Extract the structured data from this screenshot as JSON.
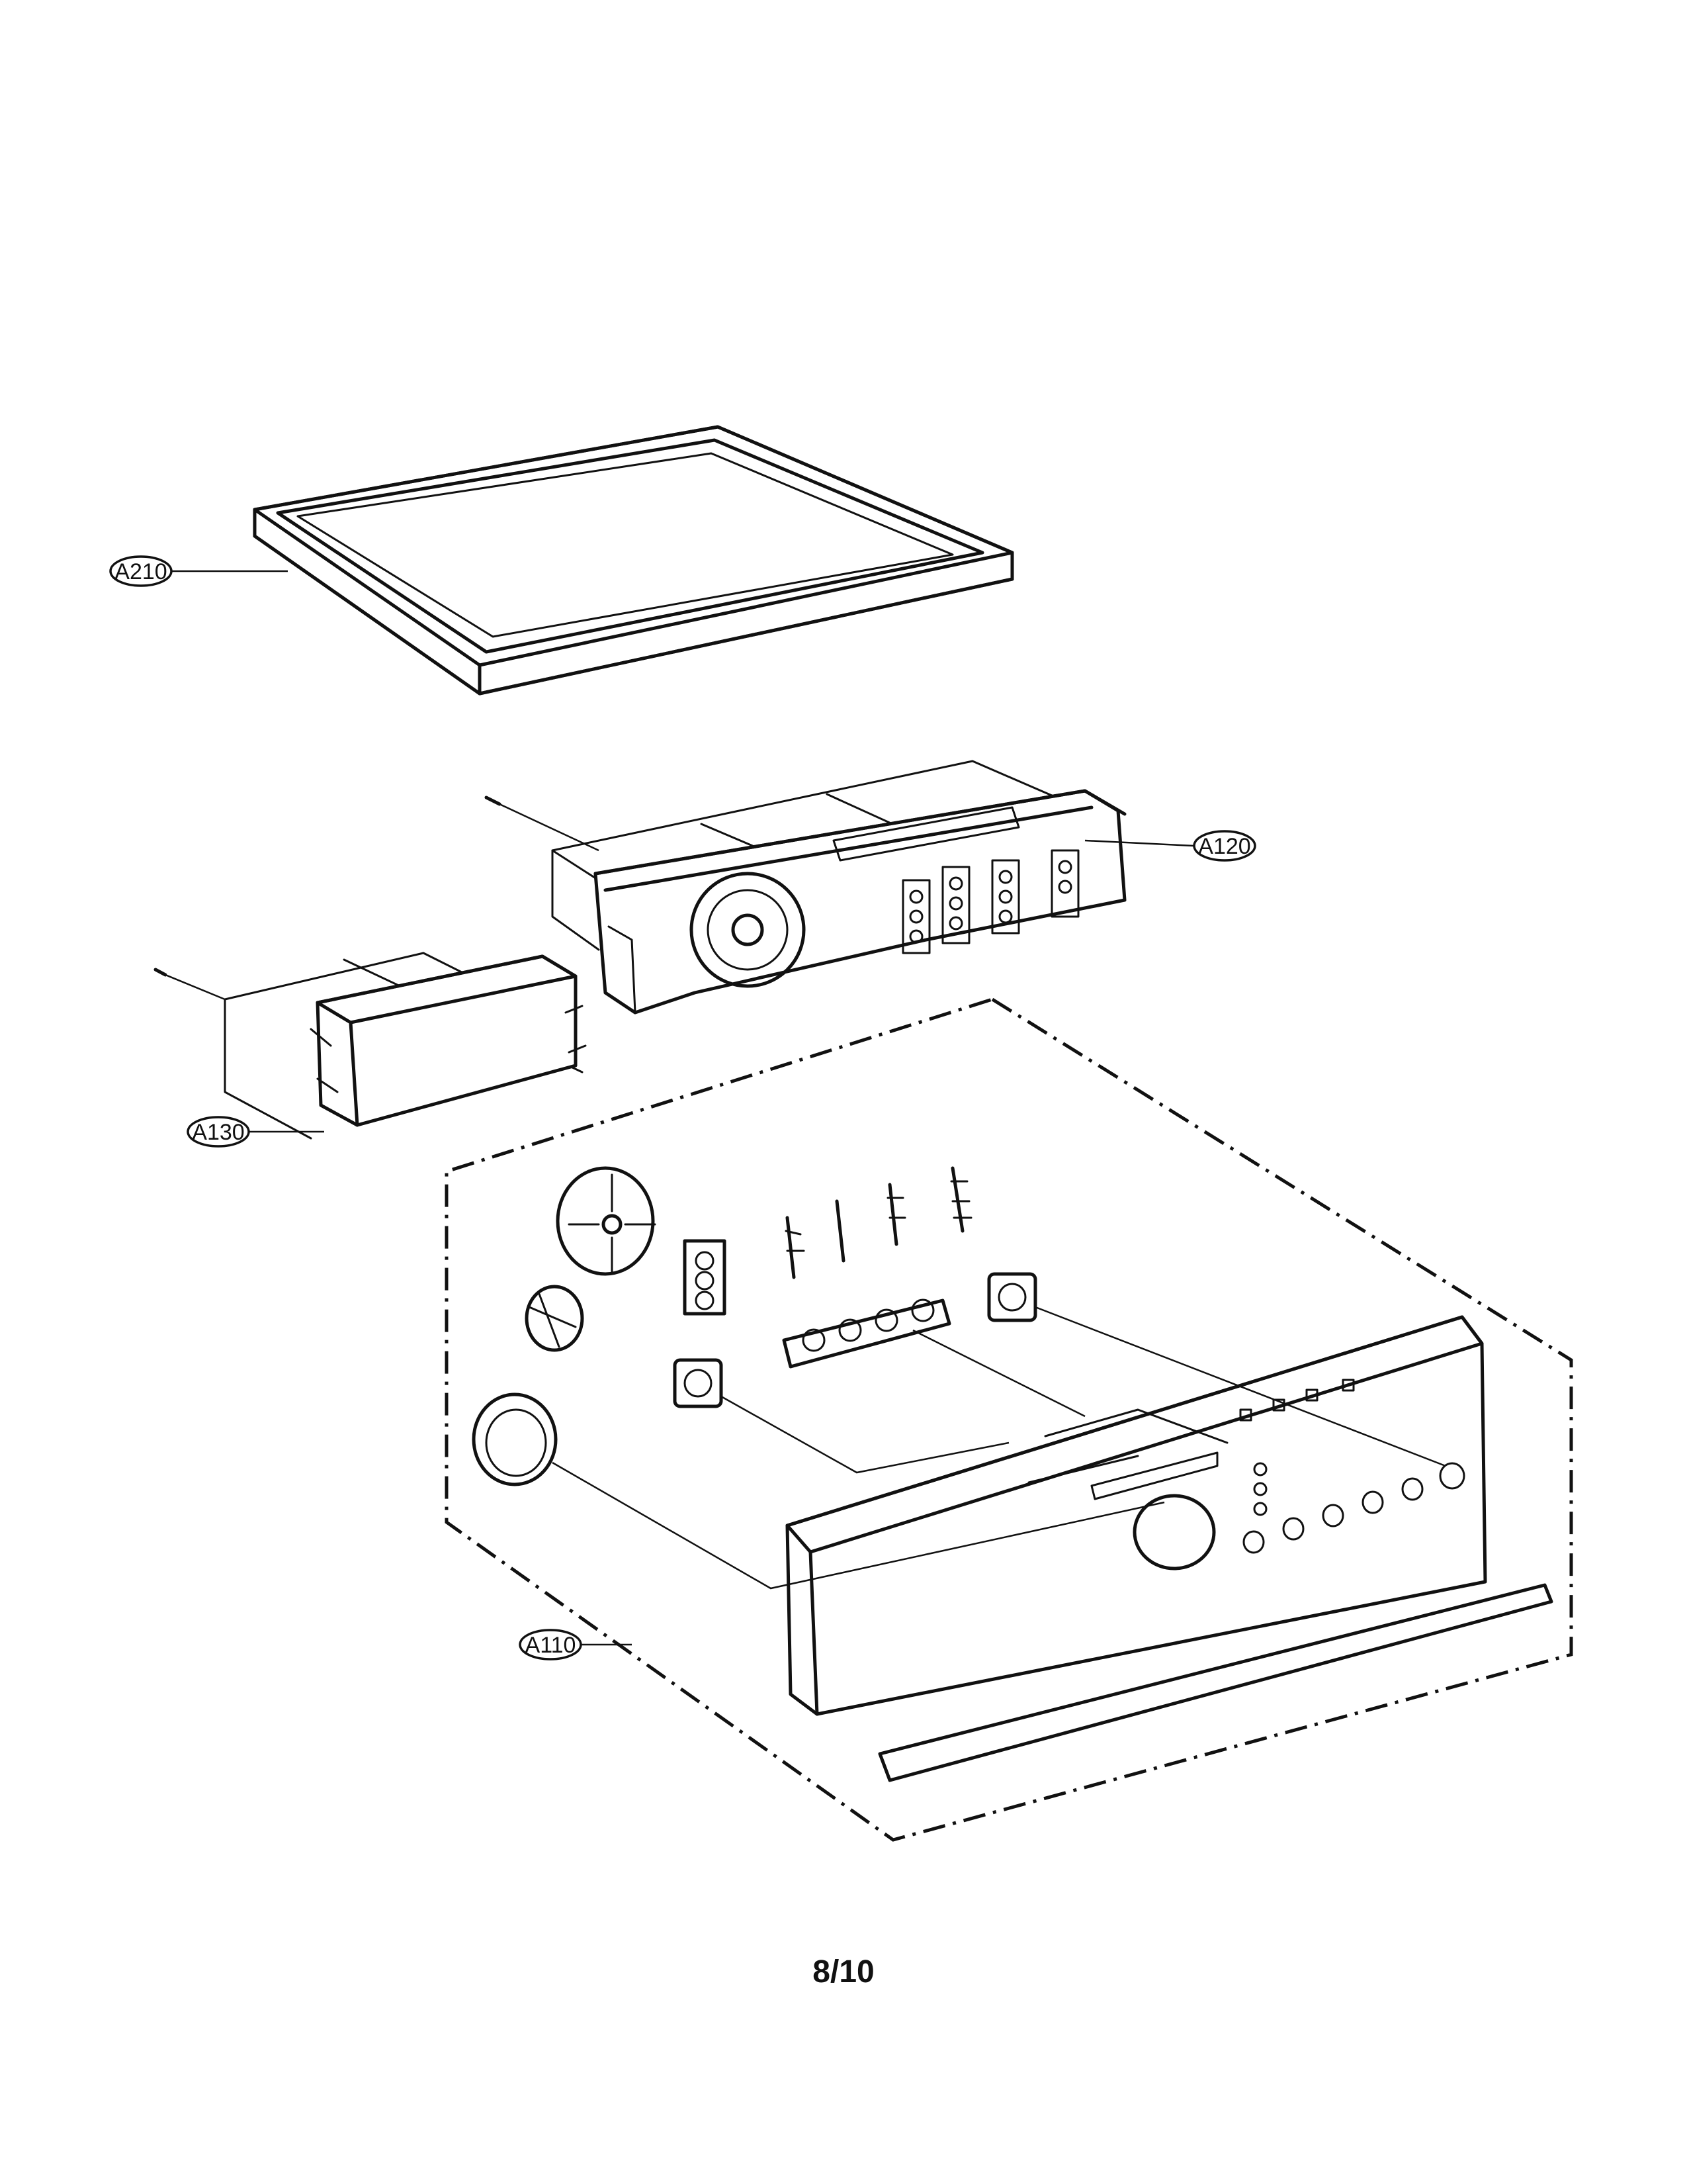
{
  "callouts": {
    "a210": "A210",
    "a120": "A120",
    "a130": "A130",
    "a110": "A110"
  },
  "page": {
    "number": "8/10"
  }
}
